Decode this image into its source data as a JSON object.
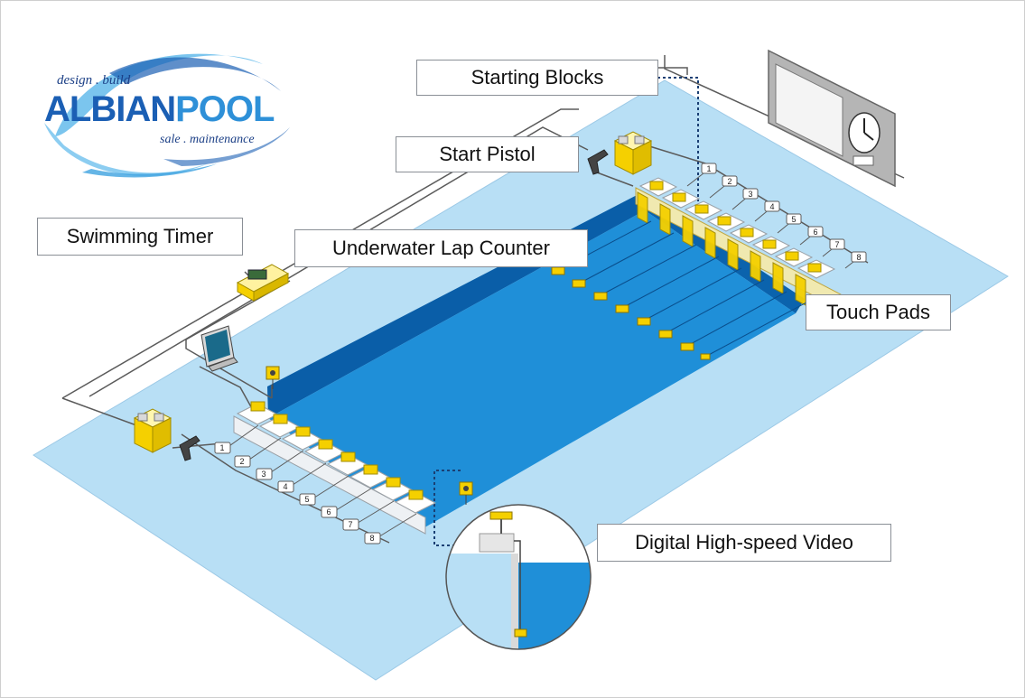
{
  "logo": {
    "top_text": "design . build",
    "brand_part1": "ALBIAN",
    "brand_part2": "POOL",
    "bottom_text": "sale . maintenance"
  },
  "labels": {
    "starting_blocks": "Starting Blocks",
    "start_pistol": "Start Pistol",
    "swimming_timer": "Swimming Timer",
    "underwater_lap_counter": "Underwater Lap Counter",
    "touch_pads": "Touch Pads",
    "digital_high_speed_video": "Digital High-speed Video"
  },
  "lanes_far": [
    "1",
    "2",
    "3",
    "4",
    "5",
    "6",
    "7",
    "8"
  ],
  "lanes_near": [
    "1",
    "2",
    "3",
    "4",
    "5",
    "6",
    "7",
    "8"
  ],
  "colors": {
    "deck": "#b8dff5",
    "pool_water": "#1f8fd8",
    "pool_wall": "#0a5ea8",
    "equipment": "#f5d000",
    "logo_blue": "#1b5fb4"
  }
}
